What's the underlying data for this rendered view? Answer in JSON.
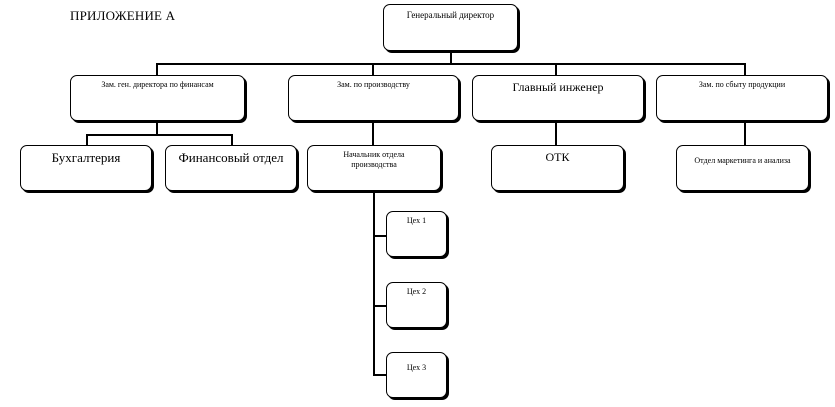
{
  "caption": "ПРИЛОЖЕНИЕ А",
  "nodes": {
    "ceo": "Генеральный директор",
    "deputy_finance": "Зам. ген. директора по финансам",
    "deputy_production": "Зам. по производству",
    "chief_engineer": "Главный инженер",
    "deputy_sales": "Зам. по сбыту продукции",
    "accounting": "Бухгалтерия",
    "finance_department": "Финансовый отдел",
    "production_head": "Начальник отдела производства",
    "qc_department": "ОТК",
    "marketing_department": "Отдел маркетинга и анализа",
    "workshop_1": "Цех 1",
    "workshop_2": "Цех 2",
    "workshop_3": "Цех 3"
  }
}
